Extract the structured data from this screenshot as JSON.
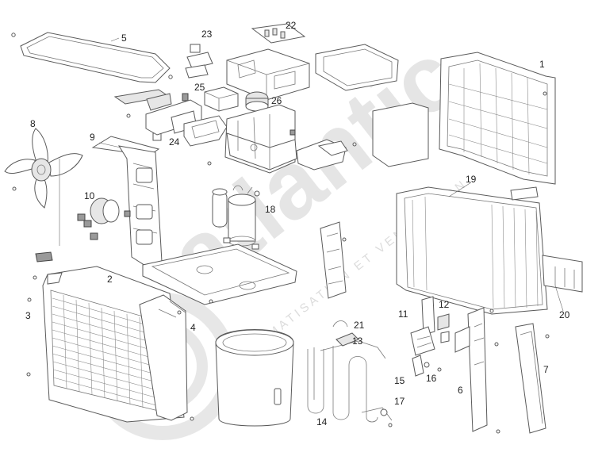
{
  "watermark": {
    "brand": "atlantic",
    "tagline": "CLIMATISATION ET VENTILATION",
    "color": "#d0d0d0"
  },
  "callouts": [
    "1",
    "2",
    "3",
    "4",
    "5",
    "6",
    "7",
    "8",
    "9",
    "10",
    "11",
    "12",
    "13",
    "14",
    "15",
    "16",
    "17",
    "18",
    "19",
    "20",
    "21",
    "22",
    "23",
    "24",
    "25",
    "26"
  ]
}
